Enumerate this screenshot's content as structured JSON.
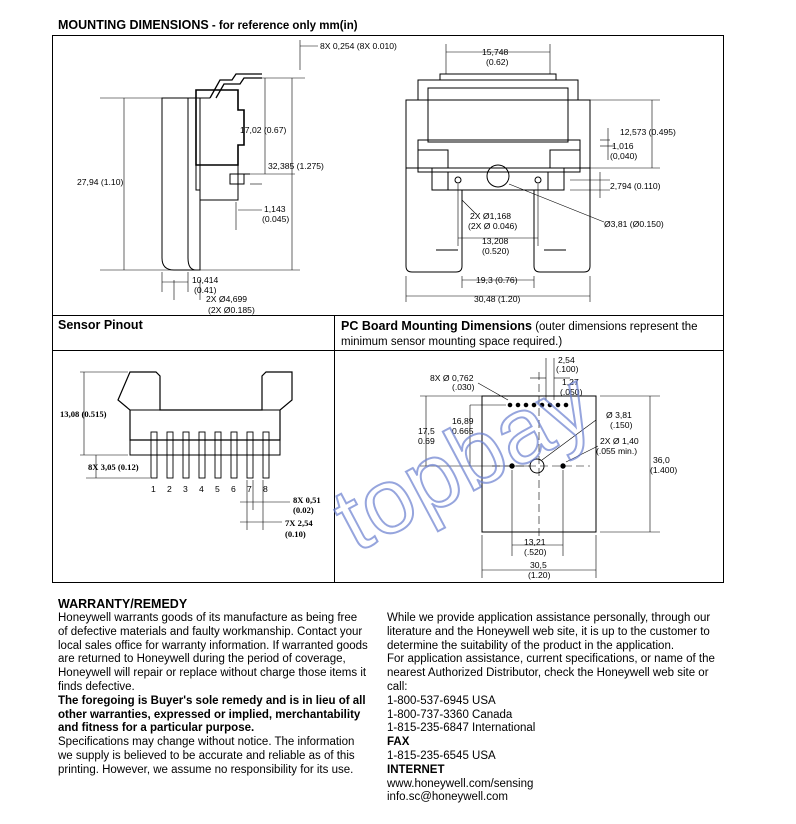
{
  "header": {
    "title": "MOUNTING DIMENSIONS",
    "subtitle": " - for reference only mm(in)"
  },
  "sections": {
    "pinout_title": "Sensor Pinout",
    "pcb_title": "PC Board Mounting Dimensions",
    "pcb_note": "(outer dimensions represent the minimum sensor mounting space required.)"
  },
  "side_view": {
    "lead_width": "8X 0,254 (8X 0.010)",
    "height_total": "27,94 (1.10)",
    "body_height": "17,02 (0.67)",
    "overall_height": "32,385 (1.275)",
    "standoff_mm": "1,143",
    "standoff_in": "(0.045)",
    "depth_mm": "10,414",
    "depth_in": "(0.41)",
    "port_mm": "2X Ø4,699",
    "port_in": "(2X Ø0.185)"
  },
  "front_view": {
    "top_mm": "15,748",
    "top_in": "(0.62)",
    "body_h": "12,573 (0.495)",
    "offset_mm": "1,016",
    "offset_in": "(0,040)",
    "pin_h": "2,794 (0.110)",
    "mount_hole_mm": "2X Ø1,168",
    "mount_hole_in": "(2X Ø 0.046)",
    "center_hole": "Ø3,81 (Ø0.150)",
    "spacing_mm": "13,208",
    "spacing_in": "(0.520)",
    "inner_w": "19,3 (0.76)",
    "outer_w": "30,48 (1.20)"
  },
  "pinout": {
    "height": "13,08 (0.515)",
    "pin_len": "8X 3,05 (0.12)",
    "pins": [
      "1",
      "2",
      "3",
      "4",
      "5",
      "6",
      "7",
      "8"
    ],
    "pin_w_1": "8X 0,51",
    "pin_w_2": "(0.02)",
    "pitch_1": "7X 2,54",
    "pitch_2": "(0.10)"
  },
  "pcb": {
    "pitch_mm": "2,54",
    "pitch_in": "(.100)",
    "pad_mm": "8X Ø 0,762",
    "pad_in": "(.030)",
    "gap_mm": "1,27",
    "gap_in": "(.050)",
    "h1_mm": "17,5",
    "h1_in": "0.69",
    "h2_mm": "16,89",
    "h2_in": "0.665",
    "center_mm": "Ø 3,81",
    "center_in": "(.150)",
    "side_mm": "2X Ø 1,40",
    "side_in": "(.055 min.)",
    "height_mm": "36,0",
    "height_in": "(1.400)",
    "hole_sp_mm": "13,21",
    "hole_sp_in": "(.520)",
    "width_mm": "30,5",
    "width_in": "(1.20)"
  },
  "warranty": {
    "title": "WARRANTY/REMEDY",
    "p1": "Honeywell warrants goods of its manufacture as being free of defective materials and faulty workmanship. Contact your local sales office for warranty information. If warranted goods are returned to Honeywell during the period of coverage, Honeywell will repair or replace without charge those items it finds defective.",
    "p1_bold": "The foregoing is Buyer's sole remedy and is in lieu of all other warranties, expressed or implied, merchantability and fitness for a particular purpose.",
    "p2": "Specifications may change without notice. The information we supply is believed to be accurate and reliable as of this printing. However, we assume no responsibility for its use."
  },
  "contact": {
    "p1": "While we provide application assistance personally, through our literature and the Honeywell web site, it is up to the customer to determine the suitability of the product in the application.",
    "p2": "For application assistance, current specifications, or name of the nearest Authorized Distributor, check the Honeywell web site or call:",
    "phones": [
      "1-800-537-6945 USA",
      "1-800-737-3360 Canada",
      "1-815-235-6847 International"
    ],
    "fax_label": "FAX",
    "fax": "1-815-235-6545 USA",
    "internet_label": "INTERNET",
    "web": "www.honeywell.com/sensing",
    "email": "info.sc@honeywell.com"
  },
  "watermark": "topbay"
}
